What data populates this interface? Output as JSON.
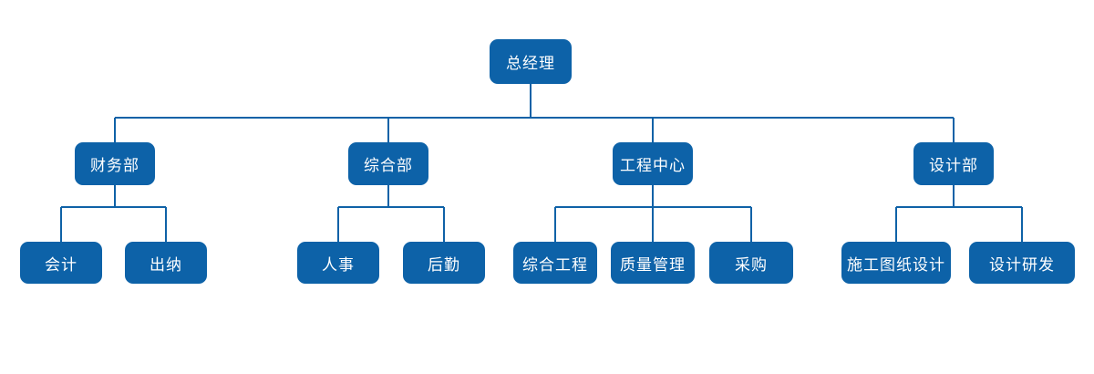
{
  "diagram": {
    "type": "org-chart",
    "root": {
      "label": "总经理"
    },
    "departments": [
      {
        "label": "财务部",
        "children": [
          {
            "label": "会计"
          },
          {
            "label": "出纳"
          }
        ]
      },
      {
        "label": "综合部",
        "children": [
          {
            "label": "人事"
          },
          {
            "label": "后勤"
          }
        ]
      },
      {
        "label": "工程中心",
        "children": [
          {
            "label": "综合工程"
          },
          {
            "label": "质量管理"
          },
          {
            "label": "采购"
          }
        ]
      },
      {
        "label": "设计部",
        "children": [
          {
            "label": "施工图纸设计"
          },
          {
            "label": "设计研发"
          }
        ]
      }
    ],
    "colors": {
      "node_fill": "#0d62a8",
      "node_text": "#ffffff",
      "connector": "#0f62a7",
      "background": "#ffffff"
    }
  }
}
